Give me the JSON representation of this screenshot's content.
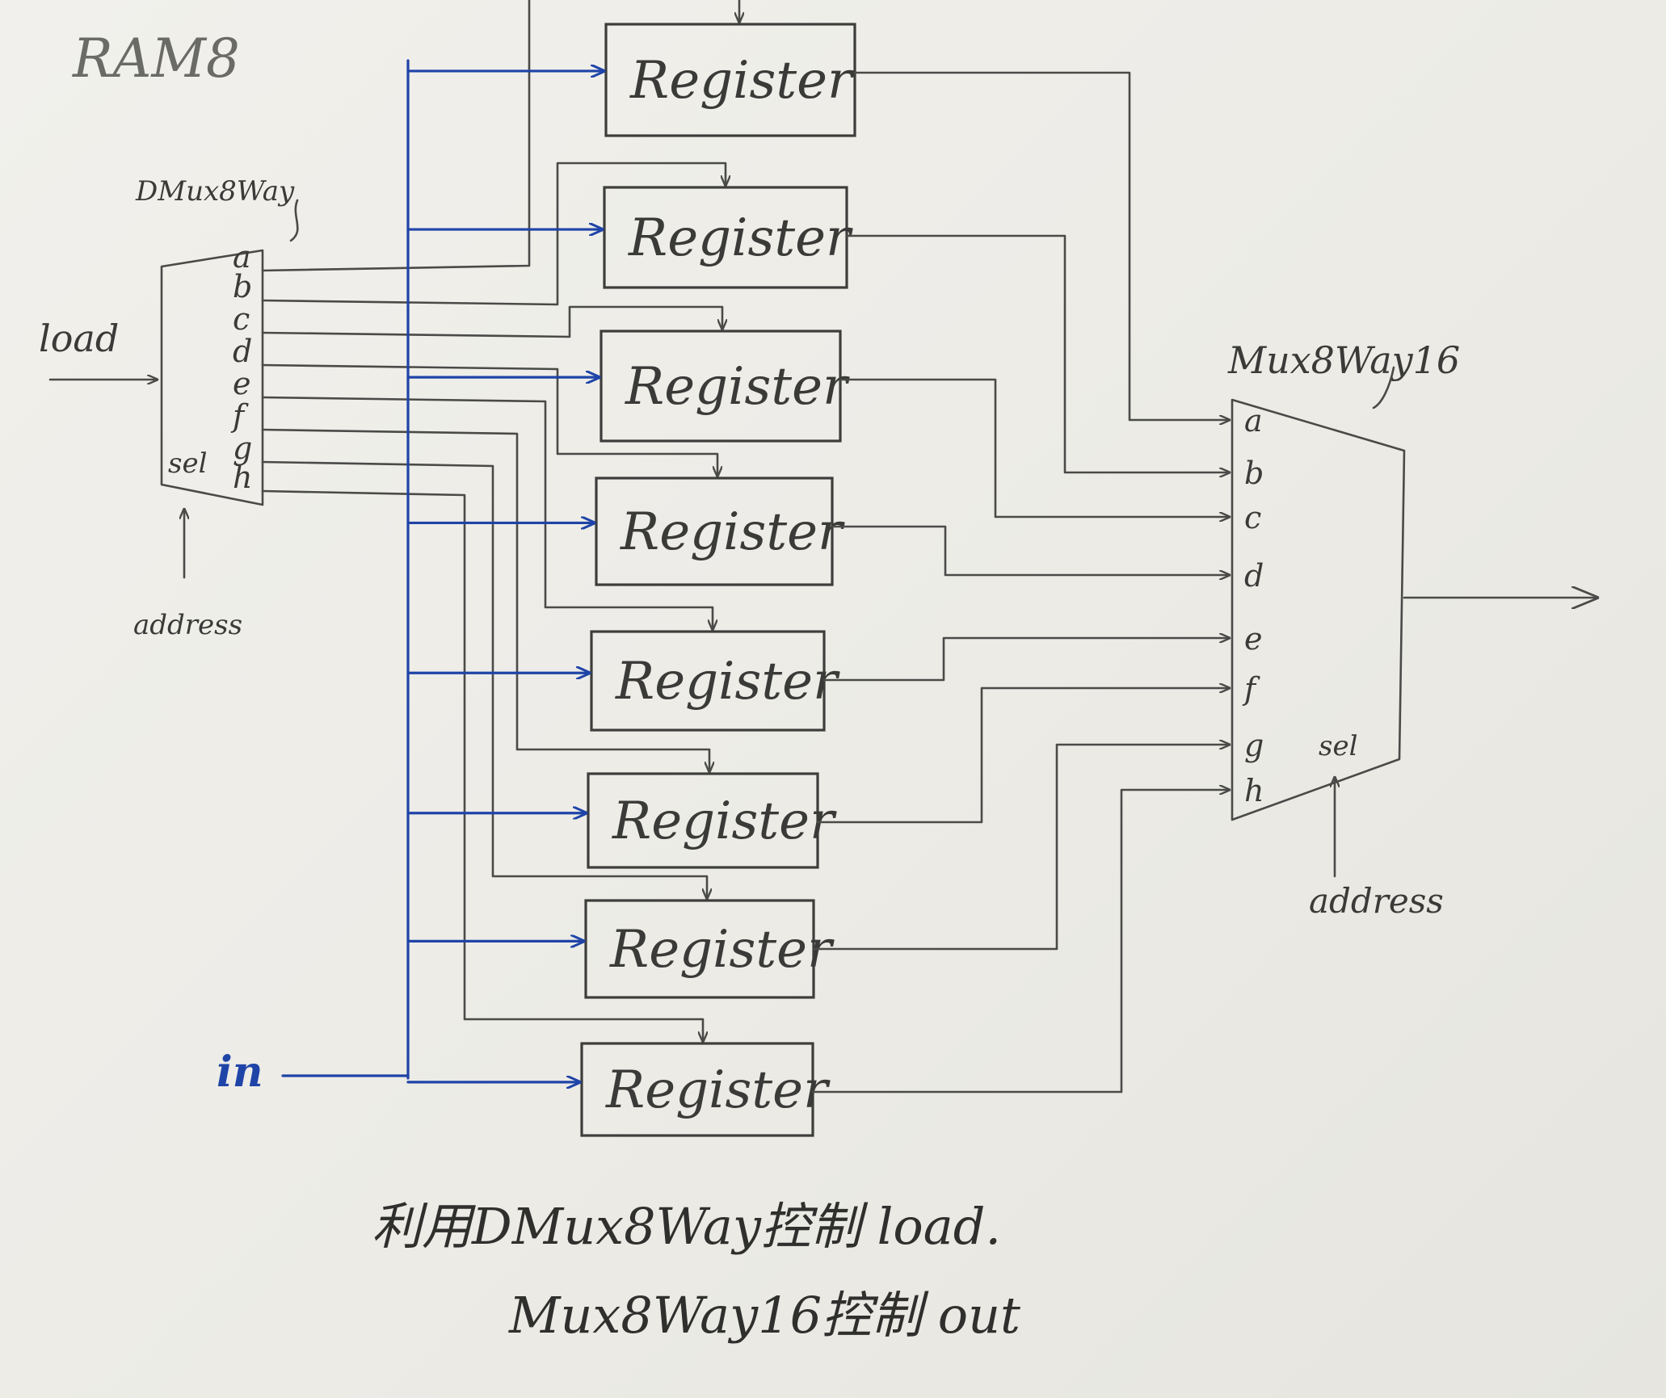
{
  "title": "RAM8",
  "dmux": {
    "name": "DMux8Way",
    "outputs": [
      "a",
      "b",
      "c",
      "d",
      "e",
      "f",
      "g",
      "h"
    ],
    "sel_label": "sel",
    "load_label": "load",
    "address_label": "address"
  },
  "registers": [
    "Register",
    "Register",
    "Register",
    "Register",
    "Register",
    "Register",
    "Register",
    "Register"
  ],
  "mux": {
    "name": "Mux8Way16",
    "inputs": [
      "a",
      "b",
      "c",
      "d",
      "e",
      "f",
      "g",
      "h"
    ],
    "sel_label": "sel",
    "address_label": "address"
  },
  "in_label": "in",
  "notes": {
    "line1": "利用DMux8Way控制 load.",
    "line2": "Mux8Way16控制 out"
  }
}
